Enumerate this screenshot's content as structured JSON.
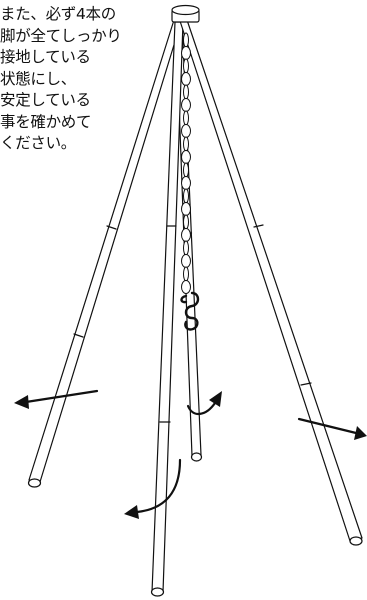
{
  "instruction": {
    "lines": [
      "また、必ず4本の",
      "脚が全てしっかり",
      "接地している",
      "状態にし、",
      "安定している",
      "事を確かめて",
      "ください。"
    ]
  },
  "figure": {
    "legs_count": 4,
    "hook": "s-hook",
    "arrows": [
      "spread-left",
      "spread-right",
      "spread-front",
      "rotate-center"
    ],
    "line_color": "#111111",
    "fill_color": "#ffffff"
  }
}
